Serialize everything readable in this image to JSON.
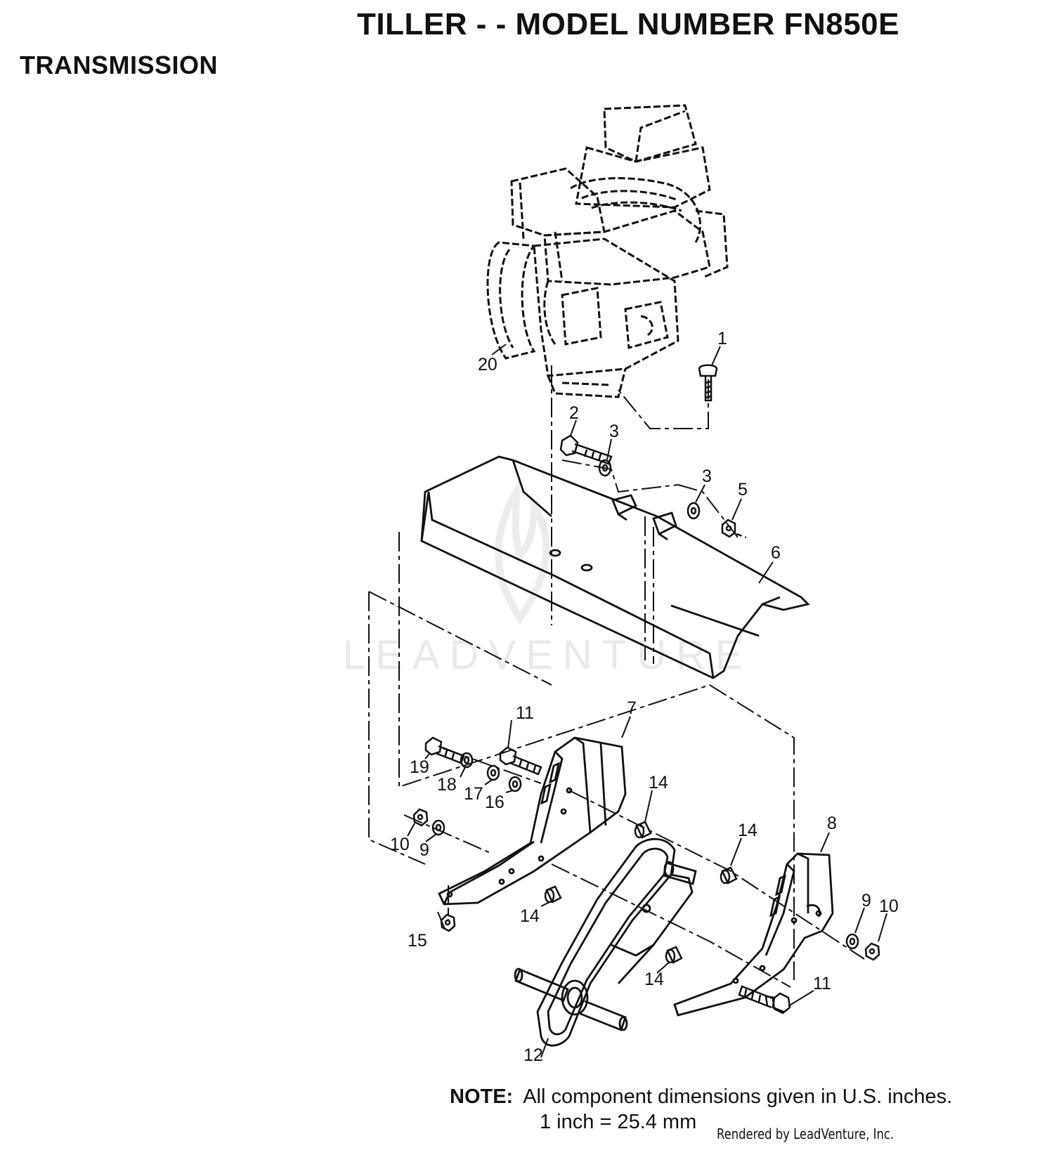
{
  "header": {
    "title": "TILLER - - MODEL NUMBER FN850E",
    "section": "TRANSMISSION"
  },
  "callouts": {
    "c1": "1",
    "c2": "2",
    "c3a": "3",
    "c3b": "3",
    "c5": "5",
    "c6": "6",
    "c7": "7",
    "c8": "8",
    "c9a": "9",
    "c9b": "9",
    "c10a": "10",
    "c10b": "10",
    "c11a": "11",
    "c11b": "11",
    "c12": "12",
    "c14a": "14",
    "c14b": "14",
    "c14c": "14",
    "c14d": "14",
    "c15": "15",
    "c16": "16",
    "c17": "17",
    "c18": "18",
    "c19": "19",
    "c20": "20"
  },
  "watermark": "LEADVENTURE",
  "note": {
    "label": "NOTE:",
    "line1": "All component dimensions given in U.S. inches.",
    "line2": "1 inch = 25.4 mm"
  },
  "credit": "Rendered by LeadVenture, Inc."
}
